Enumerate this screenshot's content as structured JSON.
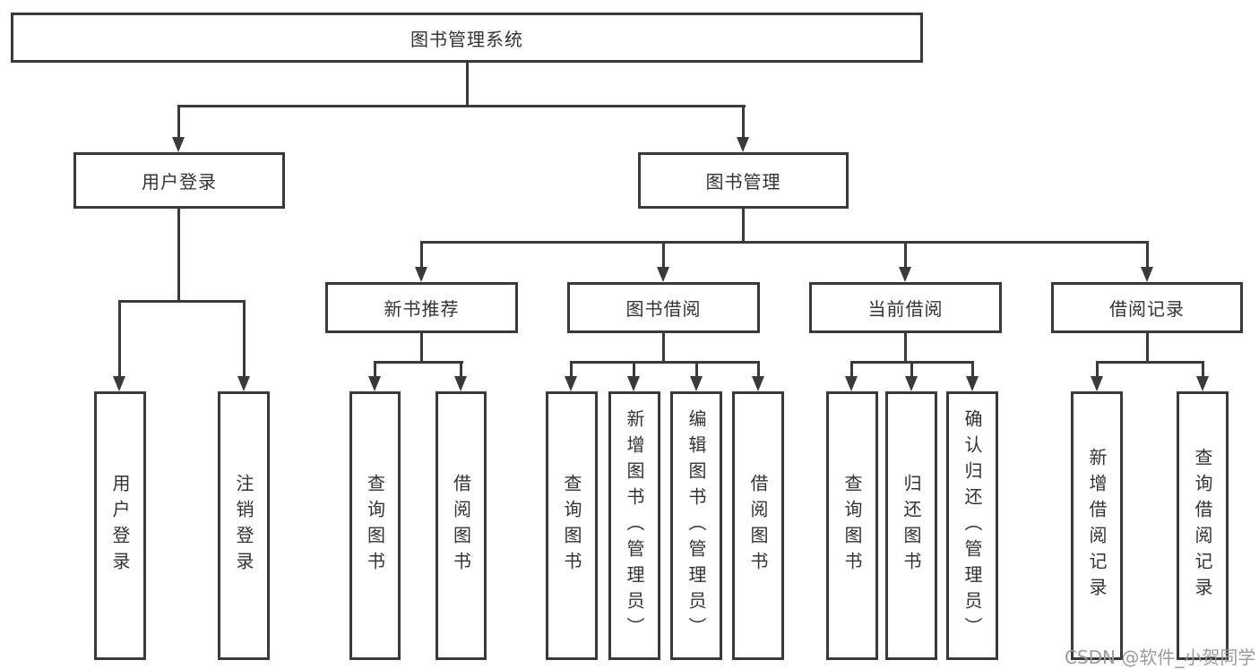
{
  "diagram": {
    "root": {
      "label": "图书管理系统"
    },
    "level2": [
      {
        "label": "用户登录"
      },
      {
        "label": "图书管理"
      }
    ],
    "level3": [
      {
        "label": "新书推荐"
      },
      {
        "label": "图书借阅"
      },
      {
        "label": "当前借阅"
      },
      {
        "label": "借阅记录"
      }
    ],
    "leaves": [
      {
        "label": "用户登录"
      },
      {
        "label": "注销登录"
      },
      {
        "label": "查询图书"
      },
      {
        "label": "借阅图书"
      },
      {
        "label": "查询图书"
      },
      {
        "label": "新增图书（管理员）"
      },
      {
        "label": "编辑图书（管理员）"
      },
      {
        "label": "借阅图书"
      },
      {
        "label": "查询图书"
      },
      {
        "label": "归还图书"
      },
      {
        "label": "确认归还（管理员）"
      },
      {
        "label": "新增借阅记录"
      },
      {
        "label": "查询借阅记录"
      }
    ]
  },
  "watermark": {
    "text": "CSDN @软件_小贺同学"
  },
  "colors": {
    "line": "#3a3a3a",
    "text": "#333333",
    "watermark": "#9b9b9b",
    "background": "#ffffff"
  }
}
